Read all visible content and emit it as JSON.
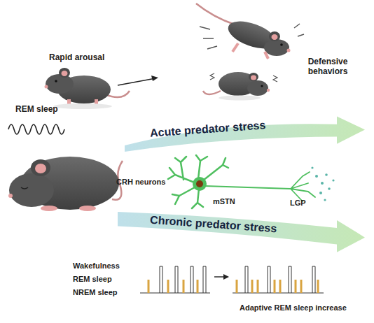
{
  "diagram": {
    "nodes": [
      {
        "text": [
          "Acute predator stress"
        ]
      },
      {
        "text": [
          "Chronic predator stress"
        ]
      }
    ],
    "labels": [
      "Rapid arousal",
      "Defensive behaviors",
      "REM sleep",
      "CRH neurons",
      "mSTN",
      "LGP",
      "Wakefulness",
      "REM sleep",
      "NREM sleep",
      "Adaptive REM sleep increase"
    ]
  }
}
